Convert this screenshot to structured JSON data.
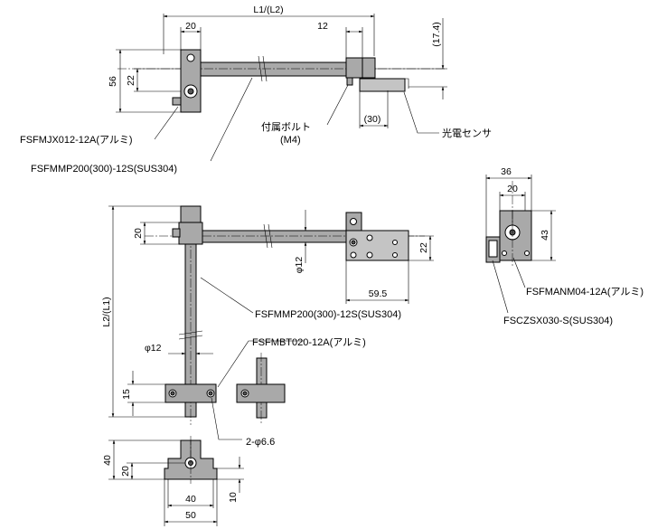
{
  "labels": {
    "clamp_top": "FSFMJX012-12A(アルミ)",
    "pipe_top": "FSFMMP200(300)-12S(SUS304)",
    "bolt": "付属ボルト",
    "bolt_size": "(M4)",
    "sensor": "光電センサ",
    "pipe_mid": "FSFMMP200(300)-12S(SUS304)",
    "base": "FSFMBT020-12A(アルミ)",
    "mount": "FSFMANM04-12A(アルミ)",
    "bracket": "FSCZSX030-S(SUS304)"
  },
  "dims": {
    "l1": "L1/(L2)",
    "l2": "L2/(L1)",
    "d20_top": "20",
    "d12_top": "12",
    "d17_4": "(17.4)",
    "d56": "56",
    "d22_left": "22",
    "d30": "(30)",
    "d20_mid": "20",
    "d_phi12_v": "φ12",
    "d22_right": "22",
    "d59_5": "59.5",
    "d_phi12": "φ12",
    "d15": "15",
    "d2_phi6_6": "2-φ6.6",
    "d40_v": "40",
    "d20_v": "20",
    "d40_h": "40",
    "d50_h": "50",
    "d10_v": "10",
    "d36": "36",
    "d20_br": "20",
    "d43": "43"
  }
}
